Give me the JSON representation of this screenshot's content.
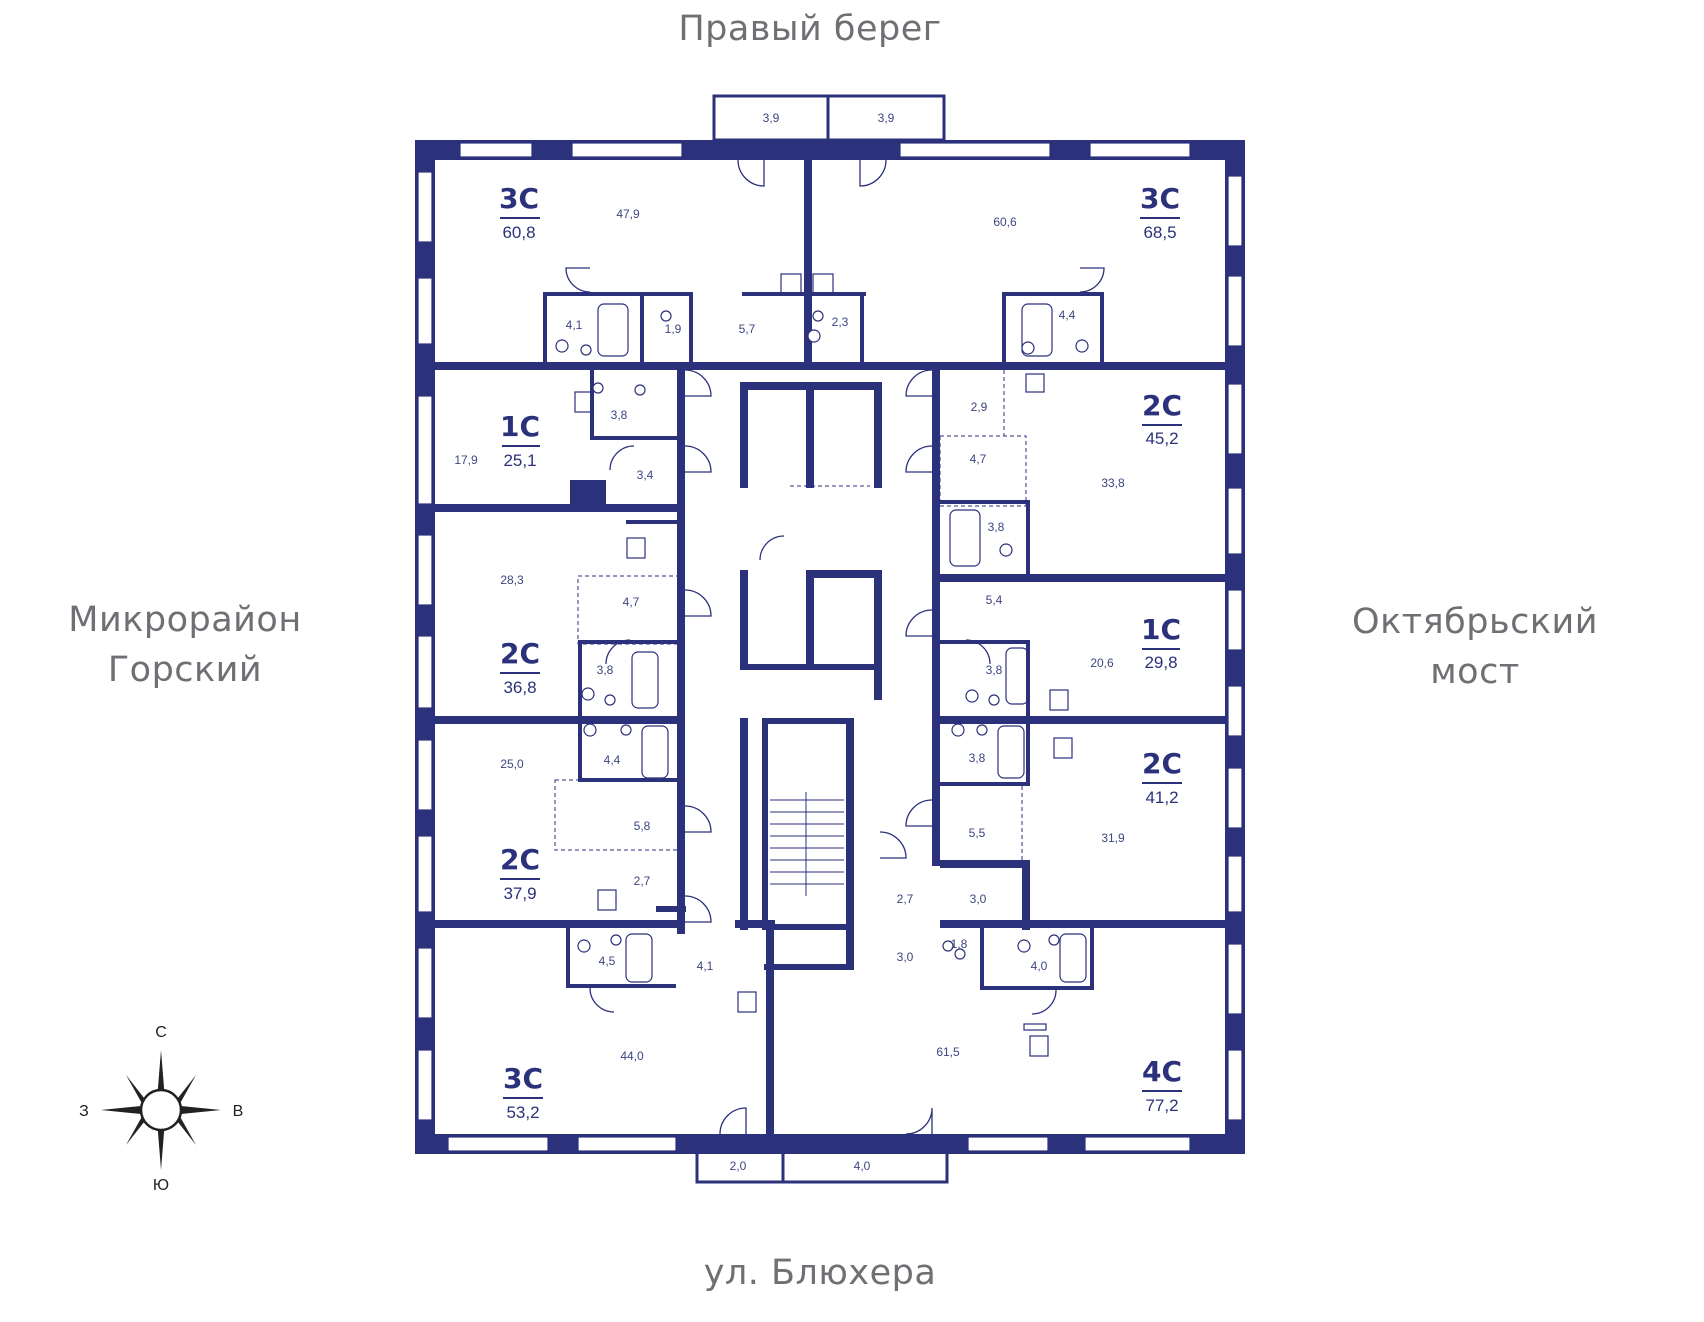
{
  "sides": {
    "north": "Правый берег",
    "west": [
      "Микрорайон",
      "Горский"
    ],
    "east": [
      "Октябрьский",
      "мост"
    ],
    "south": "ул. Блюхера"
  },
  "compass": {
    "n": "С",
    "s": "Ю",
    "w": "З",
    "e": "В"
  },
  "apartments": [
    {
      "code": "3С",
      "area": "60,8"
    },
    {
      "code": "3С",
      "area": "68,5"
    },
    {
      "code": "1С",
      "area": "25,1"
    },
    {
      "code": "2С",
      "area": "45,2"
    },
    {
      "code": "2С",
      "area": "36,8"
    },
    {
      "code": "1С",
      "area": "29,8"
    },
    {
      "code": "2С",
      "area": "37,9"
    },
    {
      "code": "2С",
      "area": "41,2"
    },
    {
      "code": "3С",
      "area": "53,2"
    },
    {
      "code": "4С",
      "area": "77,2"
    }
  ],
  "rooms": [
    "3,9",
    "3,9",
    "47,9",
    "60,6",
    "4,1",
    "1,9",
    "5,7",
    "2,3",
    "4,4",
    "3,8",
    "17,9",
    "3,4",
    "2,9",
    "4,7",
    "33,8",
    "3,8",
    "28,3",
    "4,7",
    "3,8",
    "5,4",
    "20,6",
    "3,8",
    "25,0",
    "4,4",
    "5,8",
    "2,7",
    "3,8",
    "5,5",
    "31,9",
    "2,7",
    "3,0",
    "1,8",
    "3,0",
    "4,0",
    "4,5",
    "4,1",
    "44,0",
    "61,5",
    "2,0",
    "4,0"
  ],
  "colors": {
    "wall": "#2b317a",
    "label": "#6f6f74"
  }
}
